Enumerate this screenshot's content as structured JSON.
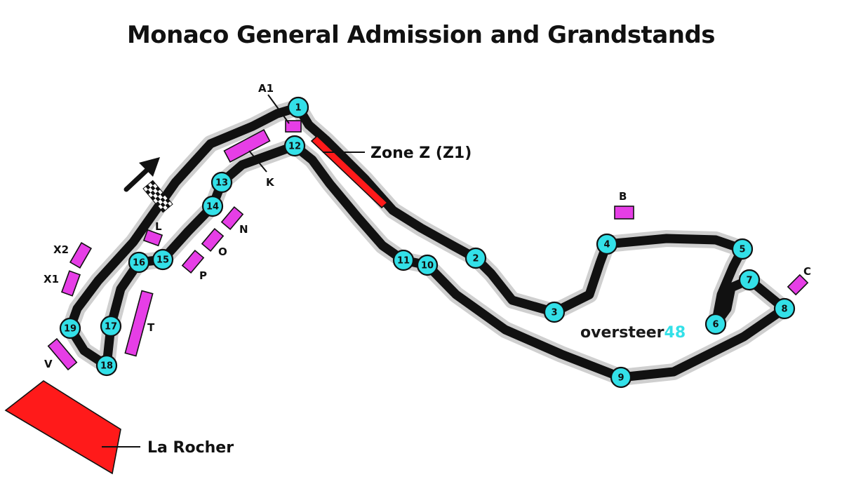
{
  "title": "Monaco General Admission and Grandstands",
  "turns": [
    "1",
    "2",
    "3",
    "4",
    "5",
    "6",
    "7",
    "8",
    "9",
    "10",
    "11",
    "12",
    "13",
    "14",
    "15",
    "16",
    "17",
    "18",
    "19"
  ],
  "grandstands": {
    "A1": "A1",
    "B": "B",
    "C": "C",
    "K": "K",
    "L": "L",
    "N": "N",
    "O": "O",
    "P": "P",
    "T": "T",
    "V": "V",
    "X1": "X1",
    "X2": "X2"
  },
  "zones": {
    "z1": "Zone Z (Z1)",
    "rocher": "La Rocher"
  },
  "brand": {
    "part1": "oversteer",
    "part2": "48"
  },
  "colors": {
    "track": "#111111",
    "track_halo": "#cccccc",
    "turn_marker": "#33e0e8",
    "grandstand": "#e63ee6",
    "general_admission": "#ff1a1a"
  },
  "icons": [
    "direction-arrow-icon",
    "start-finish-flag-icon"
  ]
}
